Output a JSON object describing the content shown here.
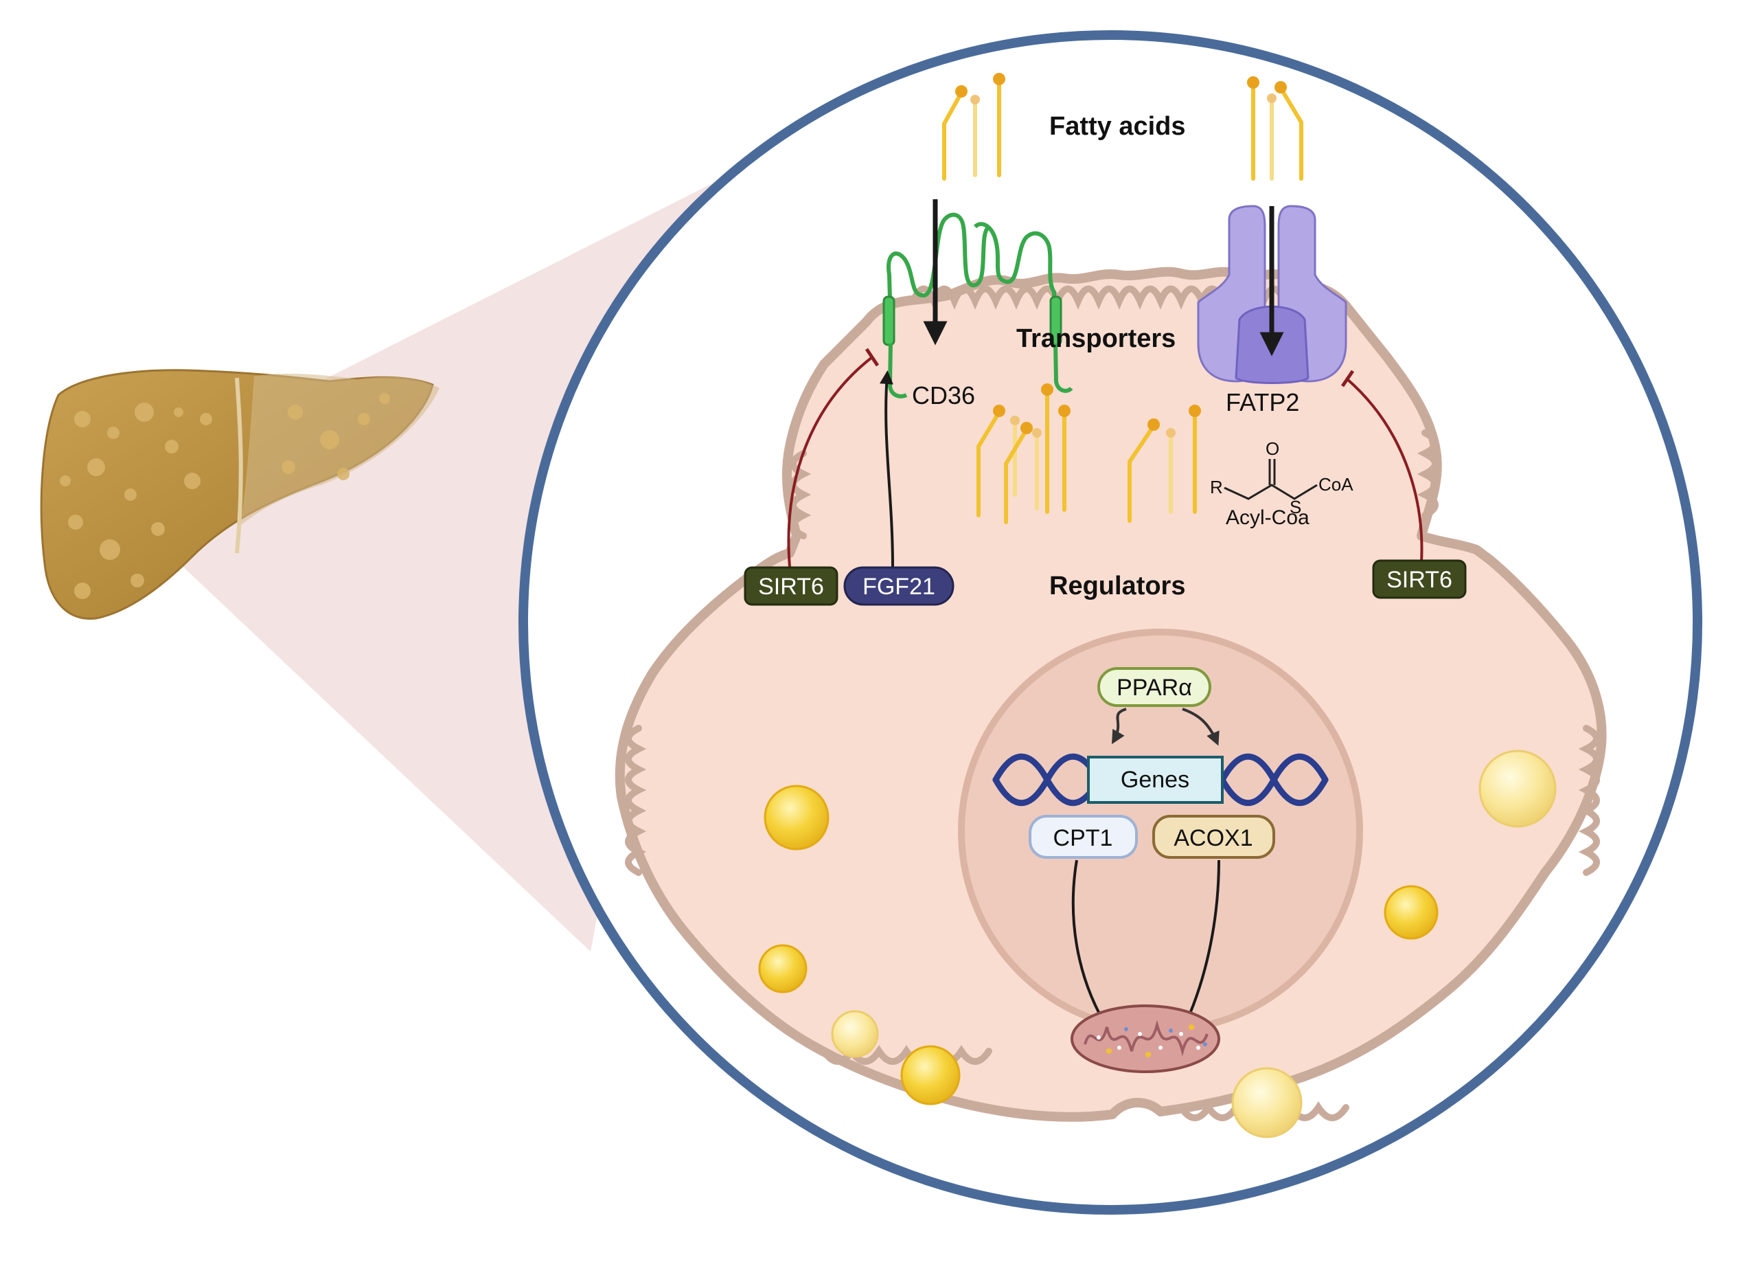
{
  "labels": {
    "fatty_acids": "Fatty acids",
    "transporters": "Transporters",
    "regulators": "Regulators",
    "cd36": "CD36",
    "fatp2": "FATP2",
    "acyl_coa": "Acyl-Coa",
    "chem_r": "R",
    "chem_o": "O",
    "chem_s": "S",
    "chem_coa": "CoA",
    "sirt6_left": "SIRT6",
    "fgf21": "FGF21",
    "sirt6_right": "SIRT6",
    "ppara": "PPARα",
    "genes": "Genes",
    "cpt1": "CPT1",
    "acox1": "ACOX1"
  },
  "colors": {
    "cell_fill": "#f9ddd0",
    "cell_stroke": "#c9ab9c",
    "circle_border": "#4a6b9a",
    "nucleus_fill": "#efcbbd",
    "nucleus_stroke": "#dcb4a4",
    "fatty_acid": "#f2c230",
    "fatty_acid_head": "#e9a21d",
    "lipid_droplet": "#f6d33b",
    "sirt6": "#3f4a1e",
    "fgf21": "#3d3f7c",
    "cd36": "#37a84a",
    "fatp2": "#a99de0",
    "inhibition": "#8a1d22",
    "dna": "#2a3d8f",
    "liver": "#b68a3a"
  },
  "icons": [
    "liver-icon",
    "cd36-transporter-icon",
    "fatp2-transporter-icon",
    "dna-helix-icon",
    "mitochondrion-icon",
    "lipid-droplet-icon",
    "fatty-acid-icon"
  ]
}
